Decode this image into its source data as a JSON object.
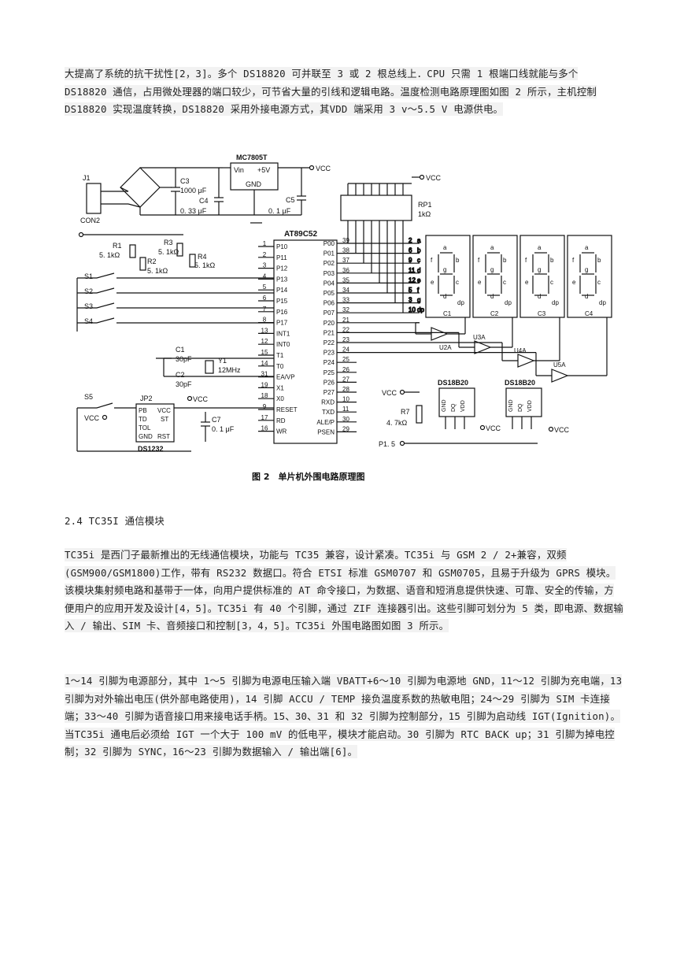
{
  "paragraphs": {
    "p1": "大提高了系统的抗干扰性[2，3]。多个 DS18820 可并联至 3 或 2 根总线上．CPU 只需 1 根端口线就能与多个 DS18820 通信，占用微处理器的端口较少，可节省大量的引线和逻辑电路。温度检测电路原理图如图 2 所示，主机控制 DS18820 实现温度转换，DS18820 采用外接电源方式，其VDD 端采用 3 v～5.5 V 电源供电。",
    "heading": "2.4 TC35I 通信模块",
    "p2": "TC35i 是西门子最新推出的无线通信模块，功能与 TC35 兼容，设计紧凑。TC35i 与 GSM 2 / 2+兼容，双频(GSM900/GSM1800)工作，带有 RS232 数据口。符合 ETSI 标准 GSM0707 和 GSM0705，且易于升级为 GPRS 模块。该模块集射频电路和基带于一体，向用户提供标准的 AT 命令接口，为数据、语音和短消息提供快速、可靠、安全的传输，方便用户的应用开发及设计[4，5]。TC35i 有 40 个引脚，通过 ZIF 连接器引出。这些引脚可划分为 5 类，即电源、数据输入 / 输出、SIM 卡、音频接口和控制[3，4，5]。TC35i 外围电路图如图 3 所示。",
    "p3": "1～14 引脚为电源部分，其中 1～5 引脚为电源电压输入端 VBATT+6～10 引脚为电源地 GND，11～12 引脚为充电端，13 引脚为对外输出电压(供外部电路使用)，14 引脚 ACCU / TEMP 接负温度系数的热敏电阻；24～29 引脚为 SIM 卡连接端；33～40 引脚为语音接口用来接电话手柄。15、30、31 和 32 引脚为控制部分，15 引脚为启动线 IGT(Ignition)。当TC35i 通电后必须给 IGT 一个大于 100 mV 的低电平，模块才能启动。30 引脚为 RTC BACK up；31 引脚为掉电控制；32 引脚为 SYNC，16～23 引脚为数据输入 / 输出端[6]。"
  },
  "figure": {
    "caption": "图 2　单片机外围电路原理图",
    "labels": {
      "j1": "J1",
      "con2": "CON2",
      "c3": "C3",
      "c3v": "1000 μF",
      "c4": "C4",
      "c4v": "0. 33 μF",
      "reg": "MC7805T",
      "vin": "Vin",
      "p5v": "+5V",
      "gnd": "GND",
      "c5": "C5",
      "c5v": "0. 1 μF",
      "vcc": "VCC",
      "rp1": "RP1",
      "rp1v": "1kΩ",
      "mcu": "AT89C52",
      "r1": "R1",
      "r2": "R2",
      "r3": "R3",
      "r4": "R4",
      "rv": "5. 1kΩ",
      "s1": "S1",
      "s2": "S2",
      "s3": "S3",
      "s4": "S4",
      "s5": "S5",
      "c1": "C1",
      "c1v": "30pF",
      "c2": "C2",
      "c2v": "30pF",
      "y1": "Y1",
      "y1v": "12MHz",
      "jp2": "JP2",
      "ds1232": "DS1232",
      "c7": "C7",
      "c7v": "0. 1 μF",
      "r7": "R7",
      "r7v": "4. 7kΩ",
      "ds18b20": "DS18B20",
      "p15": "P1. 5",
      "u2a": "U2A",
      "u3a": "U3A",
      "u4a": "U4A",
      "u5a": "U5A",
      "disp1": "C1",
      "disp2": "C2",
      "disp3": "C3",
      "disp4": "C4",
      "dq": "DQ",
      "vdd": "VDD",
      "st": "ST",
      "rst": "RST",
      "pb": "PB",
      "td": "TD",
      "tol": "TOL"
    },
    "mcu_left_pins": [
      "P10",
      "P11",
      "P12",
      "P13",
      "P14",
      "P15",
      "P16",
      "P17",
      "INT1",
      "INT0",
      "T1",
      "T0",
      "EA/VP",
      "X1",
      "X0",
      "RESET",
      "RD",
      "WR"
    ],
    "mcu_left_nums": [
      "1",
      "2",
      "3",
      "4",
      "5",
      "6",
      "7",
      "8",
      "13",
      "12",
      "15",
      "14",
      "31",
      "19",
      "18",
      "9",
      "17",
      "16"
    ],
    "mcu_right_pins": [
      "P00",
      "P01",
      "P02",
      "P03",
      "P04",
      "P05",
      "P06",
      "P07",
      "P20",
      "P21",
      "P22",
      "P23",
      "P24",
      "P25",
      "P26",
      "P27",
      "RXD",
      "TXD",
      "ALE/P",
      "PSEN"
    ],
    "mcu_right_nums": [
      "39",
      "38",
      "37",
      "36",
      "35",
      "34",
      "33",
      "32",
      "21",
      "22",
      "23",
      "24",
      "25",
      "26",
      "27",
      "28",
      "10",
      "11",
      "30",
      "29"
    ],
    "seg_letters": [
      "a",
      "b",
      "c",
      "d",
      "e",
      "f",
      "g",
      "dp"
    ],
    "seg_pins": [
      "2",
      "6",
      "9",
      "11",
      "12",
      "5",
      "3",
      "10"
    ]
  }
}
